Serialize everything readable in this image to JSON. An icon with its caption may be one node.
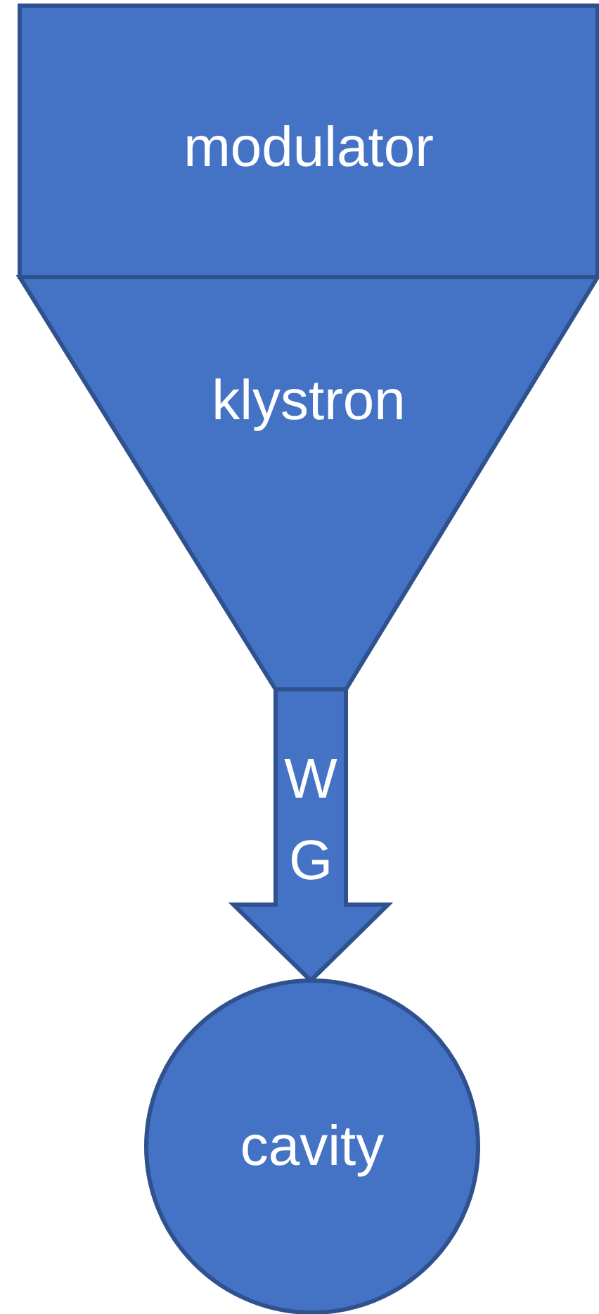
{
  "diagram": {
    "nodes": [
      {
        "text": [
          "modulator"
        ]
      },
      {
        "text": [
          "klystron"
        ]
      },
      {
        "text": [
          "cavity"
        ]
      }
    ],
    "edges": [
      {
        "from": 1,
        "to": 2,
        "arrow": "to",
        "label": "W G",
        "style": "thick"
      }
    ]
  }
}
